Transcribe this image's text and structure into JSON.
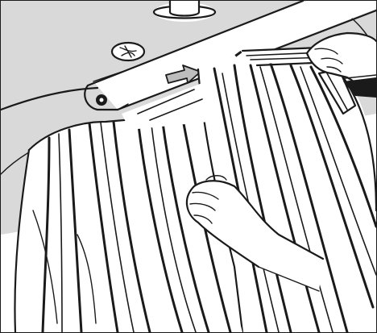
{
  "figure": {
    "kind": "instruction-illustration",
    "colors": {
      "ink": "#1a1a1a",
      "drum_wash": "#d9d9d9",
      "arrow_fill": "#bdbdbd",
      "background": "#ffffff"
    },
    "icons": [
      "roller-bar",
      "bearing-knob",
      "fan-symbol-icon",
      "pivot-pin-icon",
      "direction-arrow-icon",
      "feed-path-dashed-line"
    ]
  }
}
